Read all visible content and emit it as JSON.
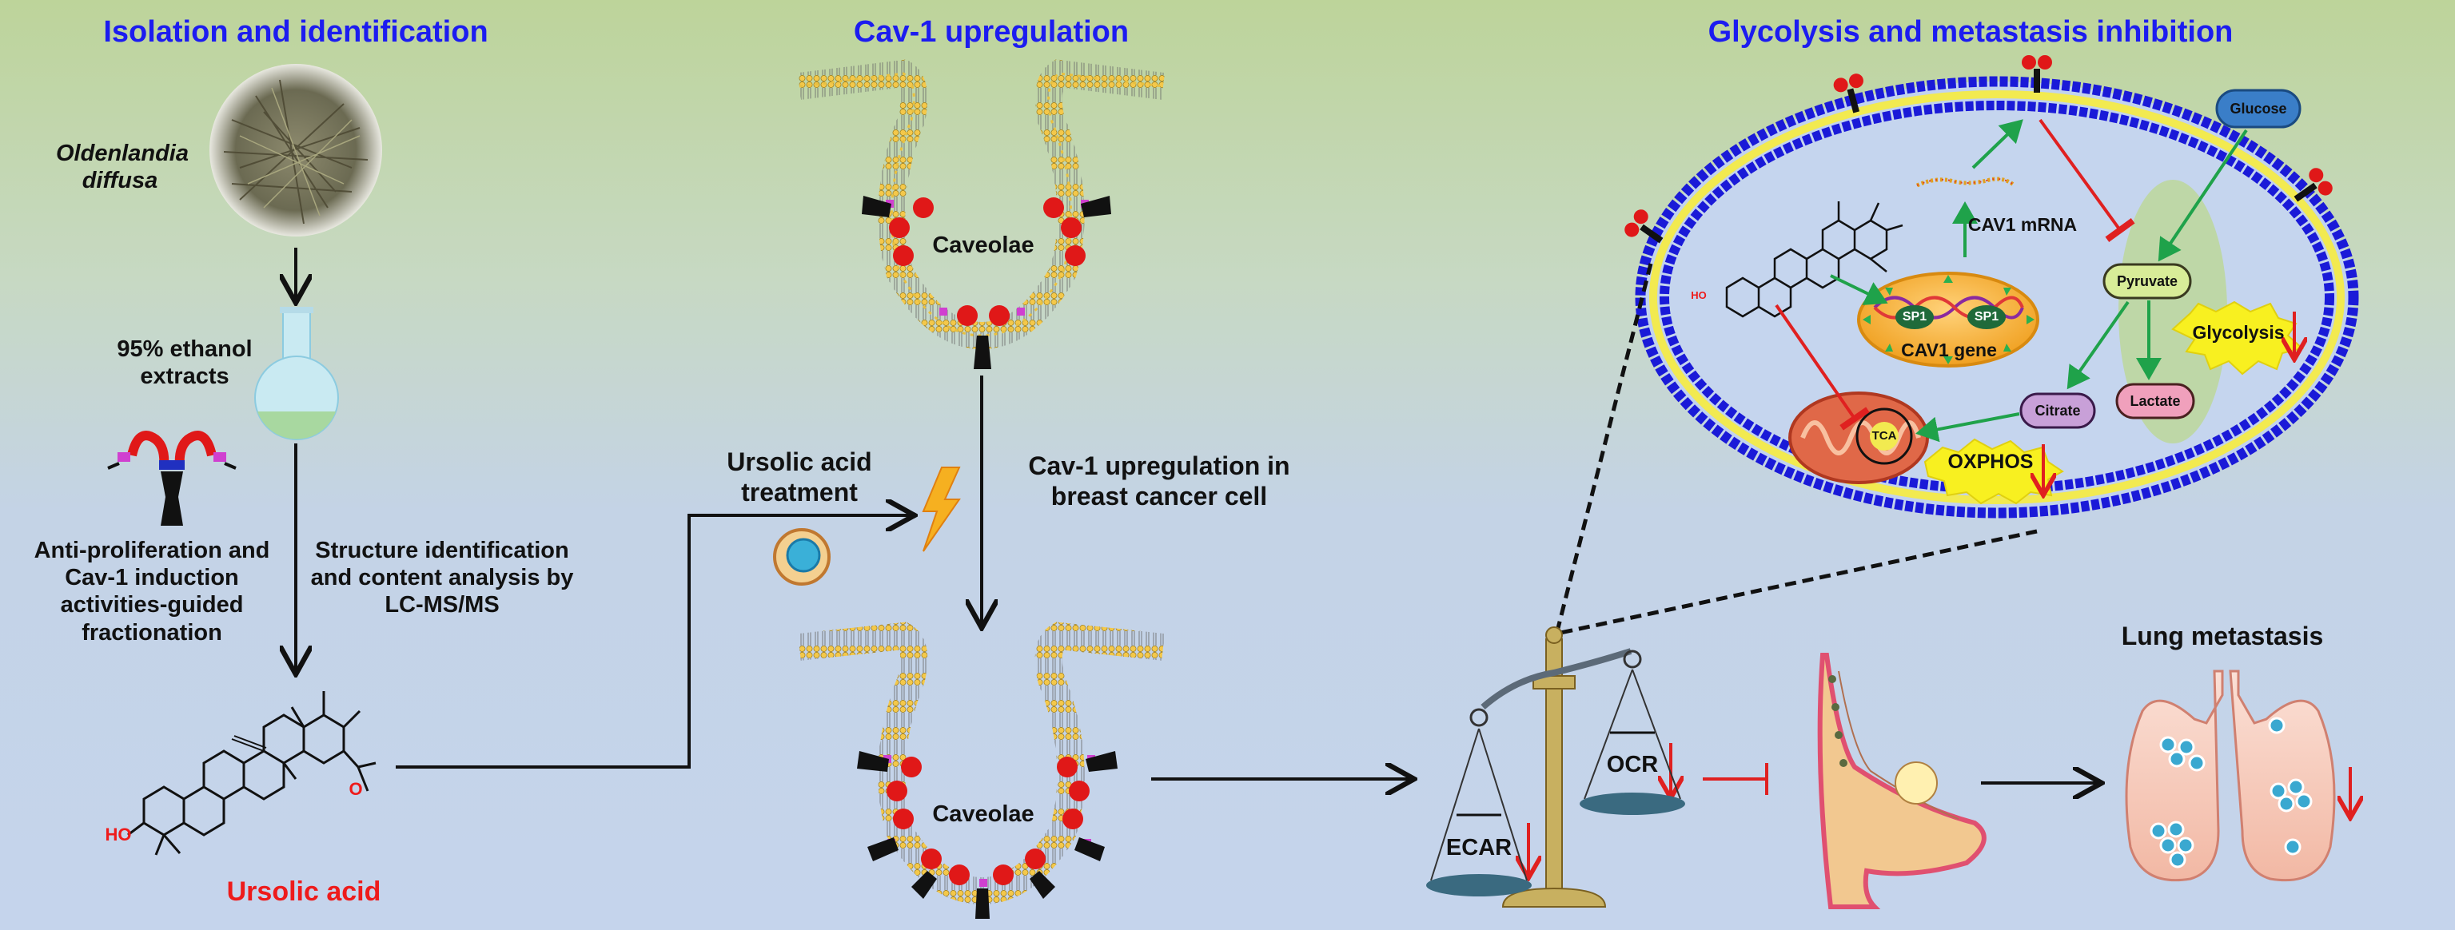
{
  "sections": {
    "isolation_title": "Isolation and identification",
    "cav1_title": "Cav-1 upregulation",
    "glyco_title": "Glycolysis and metastasis inhibition"
  },
  "left_panel": {
    "herb_name": "Oldenlandia diffusa",
    "extract_label": "95% ethanol extracts",
    "fractionation_label": "Anti-proliferation and Cav-1 induction activities-guided fractionation",
    "structure_label": "Structure identification and content analysis by LC-MS/MS",
    "compound_name": "Ursolic acid",
    "compound_ho": "HO",
    "compound_o": "O"
  },
  "middle_panel": {
    "caveolae_top": "Caveolae",
    "caveolae_bottom": "Caveolae",
    "treatment_label": "Ursolic acid treatment",
    "upregulation_label": "Cav-1 upregulation in breast cancer cell"
  },
  "cell_panel": {
    "glucose": "Glucose",
    "pyruvate": "Pyruvate",
    "lactate": "Lactate",
    "citrate": "Citrate",
    "glycolysis": "Glycolysis",
    "oxphos": "OXPHOS",
    "tca": "TCA",
    "cav1_mrna": "CAV1 mRNA",
    "cav1_gene": "CAV1 gene",
    "sp1_a": "SP1",
    "sp1_b": "SP1",
    "ho": "HO"
  },
  "right_panel": {
    "ecar": "ECAR",
    "ocr": "OCR",
    "lung_title": "Lung metastasis"
  },
  "colors": {
    "section_title": "#1c1cf0",
    "compound_name": "#ee1b1b",
    "inhibit_red": "#e02020",
    "activate_green": "#1fa24a",
    "membrane_blue": "#1a1ad8",
    "membrane_yellow": "#f2ea50"
  }
}
